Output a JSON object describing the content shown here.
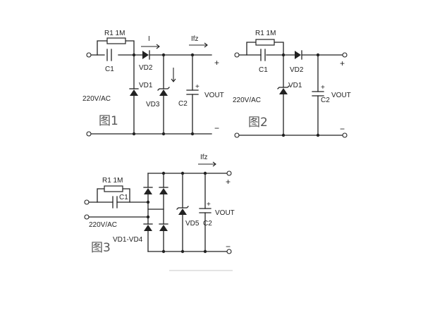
{
  "figure1": {
    "caption": "图1",
    "r1": "R1 1M",
    "c1": "C1",
    "vd2": "VD2",
    "vd1": "VD1",
    "vd3": "VD3",
    "c2": "C2",
    "vout": "VOUT",
    "ac": "220V/AC",
    "current_i": "I",
    "current_ifz": "Ifz",
    "plus": "+",
    "minus": "−",
    "c2_plus": "+"
  },
  "figure2": {
    "caption": "图2",
    "r1": "R1 1M",
    "c1": "C1",
    "vd2": "VD2",
    "vd1": "VD1",
    "c2": "C2",
    "vout": "VOUT",
    "ac": "220V/AC",
    "plus": "+",
    "minus": "−",
    "c2_plus": "+"
  },
  "figure3": {
    "caption": "图3",
    "r1": "R1 1M",
    "c1": "C1",
    "ac": "220V/AC",
    "bridge": "VD1-VD4",
    "vd5": "VD5",
    "c2": "C2",
    "vout": "VOUT",
    "current_ifz": "Ifz",
    "plus": "+",
    "minus": "−",
    "c2_plus": "+"
  }
}
